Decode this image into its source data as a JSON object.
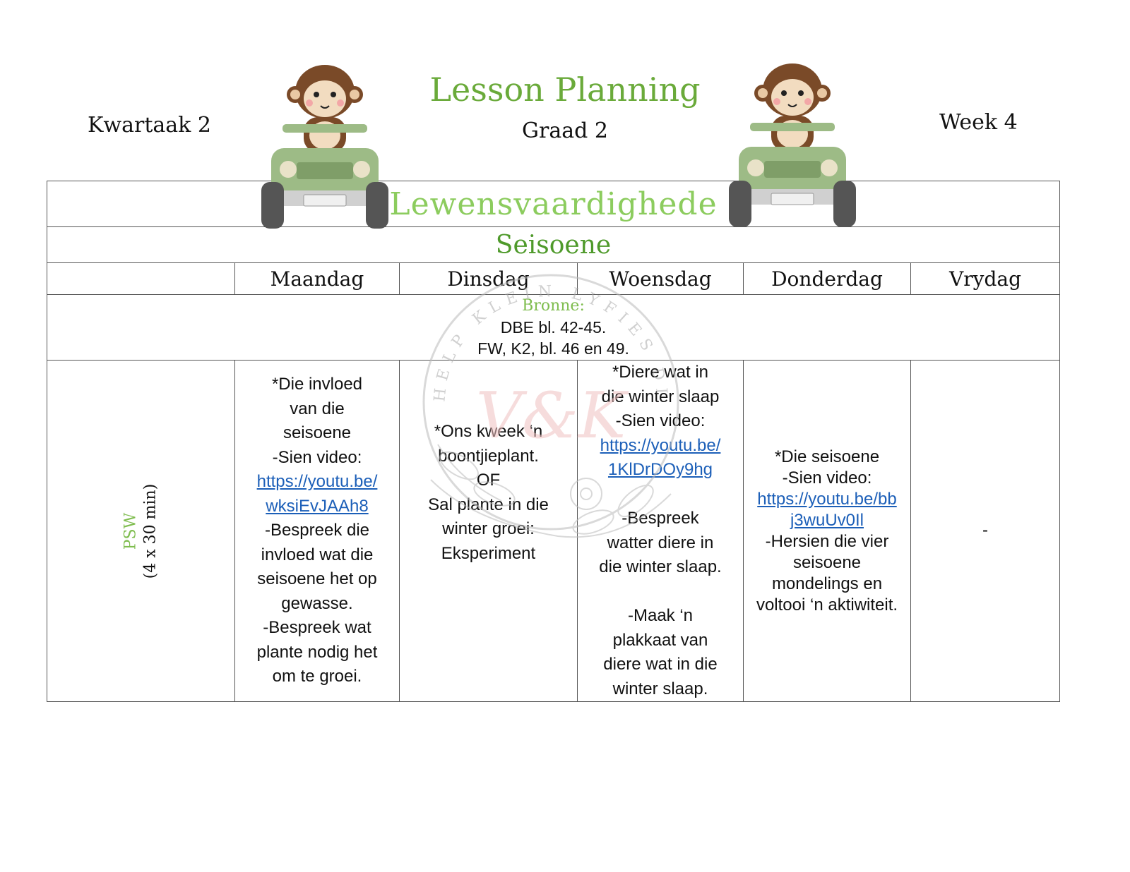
{
  "header": {
    "term": "Kwartaak 2",
    "title": "Lesson Planning",
    "grade": "Graad 2",
    "week": "Week 4"
  },
  "subject": "Lewensvaardighede",
  "theme": "Seisoene",
  "days": [
    "Maandag",
    "Dinsdag",
    "Woensdag",
    "Donderdag",
    "Vrydag"
  ],
  "resources": {
    "label": "Bronne:",
    "line1": "DBE bl. 42-45.",
    "line2": "FW, K2, bl. 46 en 49."
  },
  "row_label": {
    "name": "PSW",
    "duration": "(4 x 30 min)"
  },
  "lessons": {
    "monday": {
      "before": "*Die invloed\nvan die\nseisoene\n-Sien video:",
      "link": "https://youtu.be/\nwksiEvJAAh8",
      "after": "-Bespreek die\ninvloed wat die\nseisoene het op\ngewasse.\n-Bespreek wat\nplante nodig het\nom te groei."
    },
    "tuesday": {
      "text": "*Ons kweek ‘n\nboontjieplant.\nOF\nSal plante in die\nwinter groei:\nEksperiment"
    },
    "wednesday": {
      "before": "*Diere wat in\ndie winter slaap\n-Sien video:",
      "link": "https://youtu.be/\n1KlDrDOy9hg",
      "after": "\n-Bespreek\nwatter diere in\ndie winter slaap.\n\n-Maak ‘n\nplakkaat van\ndiere wat in die\nwinter slaap."
    },
    "thursday": {
      "before": "*Die seisoene\n-Sien video:",
      "link": "https://youtu.be/bb\nj3wuUv0Il",
      "after": "-Hersien die vier\nseisoene\nmondelings en\nvoltooi ‘n aktiwiteit."
    },
    "friday": {
      "text": "-"
    }
  },
  "watermark": {
    "ring_text": "HELP KLEIN LYFIES DIGKOM",
    "initials": "V&K"
  }
}
